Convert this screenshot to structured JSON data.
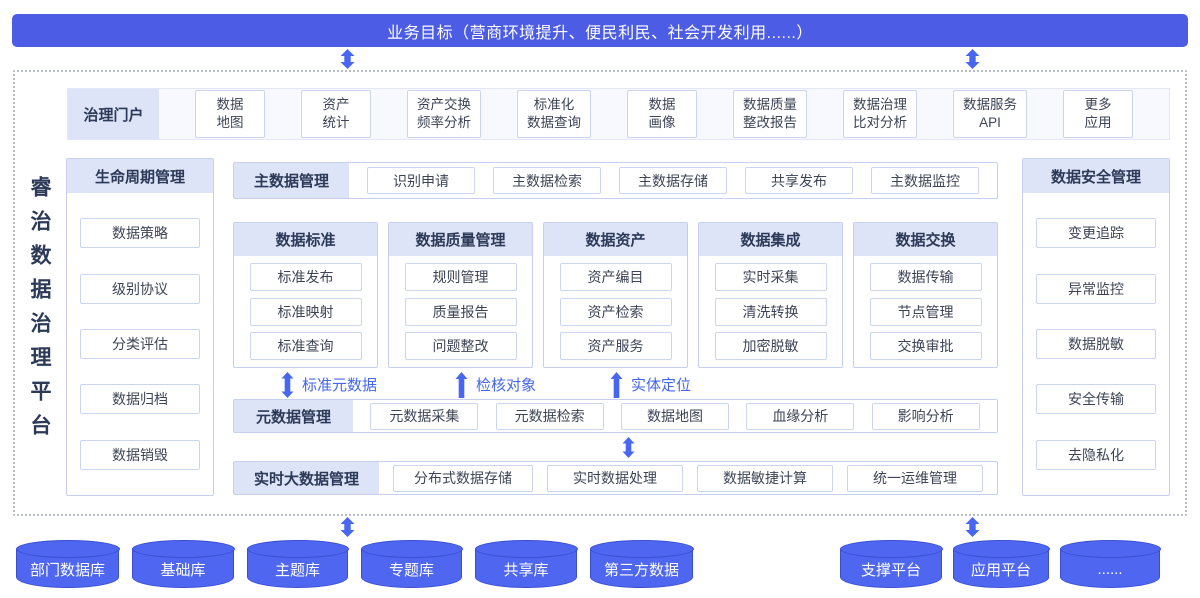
{
  "banner": {
    "text": "业务目标（营商环境提升、便民利民、社会开发利用......）"
  },
  "platform_title": "睿治数据治理平台",
  "portal": {
    "header": "治理门户",
    "items": [
      "数据\n地图",
      "资产\n统计",
      "资产交换\n频率分析",
      "标准化\n数据查询",
      "数据\n画像",
      "数据质量\n整改报告",
      "数据治理\n比对分析",
      "数据服务\nAPI",
      "更多\n应用"
    ]
  },
  "lifecycle": {
    "header": "生命周期管理",
    "items": [
      "数据策略",
      "级别协议",
      "分类评估",
      "数据归档",
      "数据销毁"
    ]
  },
  "security": {
    "header": "数据安全管理",
    "items": [
      "变更追踪",
      "异常监控",
      "数据脱敏",
      "安全传输",
      "去隐私化"
    ]
  },
  "master_data": {
    "header": "主数据管理",
    "items": [
      "识别申请",
      "主数据检索",
      "主数据存储",
      "共享发布",
      "主数据监控"
    ]
  },
  "columns": [
    {
      "header": "数据标准",
      "items": [
        "标准发布",
        "标准映射",
        "标准查询"
      ]
    },
    {
      "header": "数据质量管理",
      "items": [
        "规则管理",
        "质量报告",
        "问题整改"
      ]
    },
    {
      "header": "数据资产",
      "items": [
        "资产编目",
        "资产检索",
        "资产服务"
      ]
    },
    {
      "header": "数据集成",
      "items": [
        "实时采集",
        "清洗转换",
        "加密脱敏"
      ]
    },
    {
      "header": "数据交换",
      "items": [
        "数据传输",
        "节点管理",
        "交换审批"
      ]
    }
  ],
  "flow": [
    {
      "label": "标准元数据",
      "arrow": "double"
    },
    {
      "label": "检核对象",
      "arrow": "up"
    },
    {
      "label": "实体定位",
      "arrow": "up"
    }
  ],
  "metadata": {
    "header": "元数据管理",
    "items": [
      "元数据采集",
      "元数据检索",
      "数据地图",
      "血缘分析",
      "影响分析"
    ]
  },
  "bigdata": {
    "header": "实时大数据管理",
    "items": [
      "分布式数据存储",
      "实时数据处理",
      "数据敏捷计算",
      "统一运维管理"
    ]
  },
  "datasources": [
    "部门数据库",
    "基础库",
    "主题库",
    "专题库",
    "共享库",
    "第三方数据"
  ],
  "platforms": [
    "支撑平台",
    "应用平台",
    "......"
  ],
  "colors": {
    "banner_bg": "#4c5ce4",
    "accent": "#4866ef",
    "cyl_fill": "#4e66f0",
    "cyl_border": "#3a4fd0",
    "hdr_bg": "#dde4f8",
    "ink": "#2c3a58",
    "box_border": "#cbd5ee",
    "panel_border": "#c6cfec",
    "label_blue": "#4565ea"
  }
}
